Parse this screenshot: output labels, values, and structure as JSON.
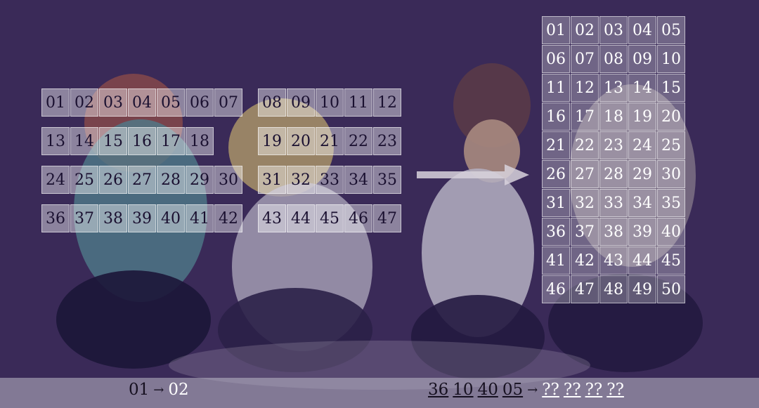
{
  "left_grid_a": [
    [
      "01",
      "02",
      "03",
      "04",
      "05",
      "06",
      "07"
    ],
    [
      "13",
      "14",
      "15",
      "16",
      "17",
      "18"
    ],
    [
      "24",
      "25",
      "26",
      "27",
      "28",
      "29",
      "30"
    ],
    [
      "36",
      "37",
      "38",
      "39",
      "40",
      "41",
      "42"
    ]
  ],
  "left_grid_b": [
    [
      "08",
      "09",
      "10",
      "11",
      "12"
    ],
    [
      "19",
      "20",
      "21",
      "22",
      "23"
    ],
    [
      "31",
      "32",
      "33",
      "34",
      "35"
    ],
    [
      "43",
      "44",
      "45",
      "46",
      "47"
    ]
  ],
  "big_grid": [
    "01",
    "02",
    "03",
    "04",
    "05",
    "06",
    "07",
    "08",
    "09",
    "10",
    "11",
    "12",
    "13",
    "14",
    "15",
    "16",
    "17",
    "18",
    "19",
    "20",
    "21",
    "22",
    "23",
    "24",
    "25",
    "26",
    "27",
    "28",
    "29",
    "30",
    "31",
    "32",
    "33",
    "34",
    "35",
    "36",
    "37",
    "38",
    "39",
    "40",
    "41",
    "42",
    "43",
    "44",
    "45",
    "46",
    "47",
    "48",
    "49",
    "50"
  ],
  "example": {
    "from": "01",
    "arrow": "→",
    "to": "02"
  },
  "puzzle": {
    "inputs": [
      "36",
      "10",
      "40",
      "05"
    ],
    "arrow": "→",
    "answers": [
      "??",
      "??",
      "??",
      "??"
    ]
  }
}
